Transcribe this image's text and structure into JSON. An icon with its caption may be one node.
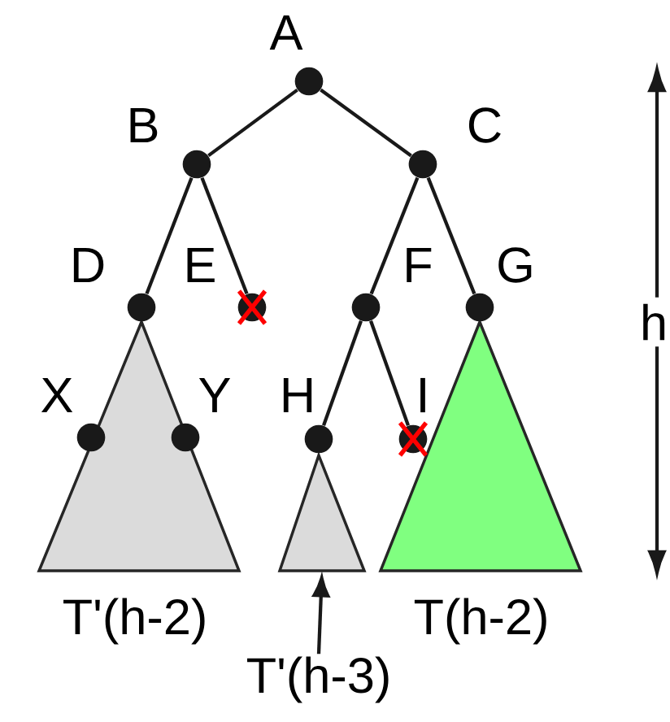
{
  "diagram": {
    "nodes": [
      {
        "text": [
          "A"
        ]
      },
      {
        "text": [
          "B"
        ]
      },
      {
        "text": [
          "C"
        ]
      },
      {
        "text": [
          "D"
        ]
      },
      {
        "text": [
          "E"
        ]
      },
      {
        "text": [
          "F"
        ]
      },
      {
        "text": [
          "G"
        ]
      },
      {
        "text": [
          "X"
        ],
        "in": 11
      },
      {
        "text": [
          "Y"
        ],
        "in": 11
      },
      {
        "text": [
          "H"
        ]
      },
      {
        "text": [
          "I"
        ]
      },
      {
        "text": [
          "T'(h-2)"
        ]
      },
      {
        "text": [],
        "shape": "triangle"
      },
      {
        "text": [
          "T(h-2)"
        ]
      },
      {
        "text": [
          "T'(h-3)"
        ]
      }
    ],
    "edges": [
      {
        "from": 0,
        "to": 1,
        "arrow": "none"
      },
      {
        "from": 0,
        "to": 2,
        "arrow": "none"
      },
      {
        "from": 1,
        "to": 3,
        "arrow": "none"
      },
      {
        "from": 1,
        "to": 4,
        "arrow": "none"
      },
      {
        "from": 2,
        "to": 5,
        "arrow": "none"
      },
      {
        "from": 2,
        "to": 6,
        "arrow": "none"
      },
      {
        "from": 5,
        "to": 9,
        "arrow": "none"
      },
      {
        "from": 5,
        "to": 10,
        "arrow": "none"
      },
      {
        "from": 14,
        "to": 12,
        "arrow": "to"
      }
    ],
    "labels": [
      "h"
    ]
  }
}
